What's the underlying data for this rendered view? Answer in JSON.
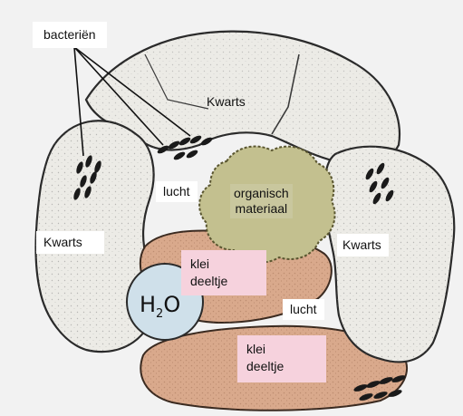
{
  "labels": {
    "bacteria": "bacteriën",
    "quartz_top": "Kwarts",
    "quartz_left": "Kwarts",
    "quartz_right": "Kwarts",
    "air_top": "lucht",
    "air_bottom": "lucht",
    "organic_line1": "organisch",
    "organic_line2": "materiaal",
    "clay_top_line1": "klei",
    "clay_top_line2": "deeltje",
    "clay_bottom_line1": "klei",
    "clay_bottom_line2": "deeltje",
    "water_h": "H",
    "water_sub": "2",
    "water_o": "O"
  },
  "colors": {
    "background": "#f2f2f2",
    "quartz": "#ecebe6",
    "clay": "#d9a98c",
    "organic": "#c3c08f",
    "water": "#cfe0ea",
    "label_pink": "#f6d2dd",
    "bacteria": "#1a1a1a"
  }
}
